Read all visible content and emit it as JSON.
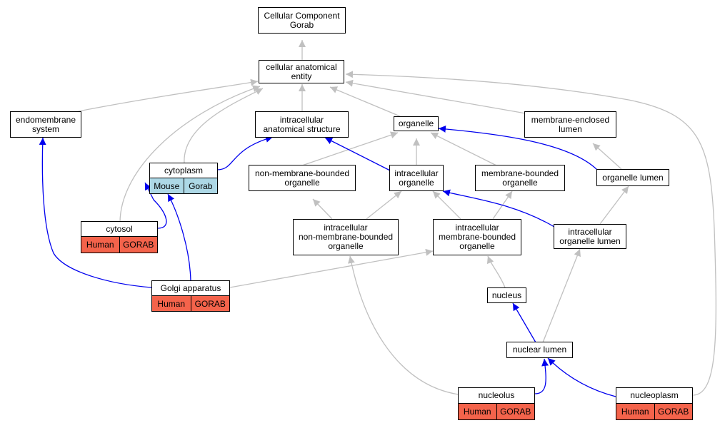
{
  "root": {
    "line1": "Cellular Component",
    "line2": "Gorab"
  },
  "nodes": {
    "cellular_anatomical_entity": {
      "line1": "cellular anatomical",
      "line2": "entity"
    },
    "endomembrane_system": {
      "line1": "endomembrane",
      "line2": "system"
    },
    "intracellular_anatomical_structure": {
      "line1": "intracellular",
      "line2": "anatomical structure"
    },
    "organelle": {
      "line1": "organelle"
    },
    "membrane_enclosed_lumen": {
      "line1": "membrane-enclosed",
      "line2": "lumen"
    },
    "cytoplasm": {
      "line1": "cytoplasm"
    },
    "non_membrane_bounded_organelle": {
      "line1": "non-membrane-bounded",
      "line2": "organelle"
    },
    "intracellular_organelle": {
      "line1": "intracellular",
      "line2": "organelle"
    },
    "membrane_bounded_organelle": {
      "line1": "membrane-bounded",
      "line2": "organelle"
    },
    "organelle_lumen": {
      "line1": "organelle lumen"
    },
    "cytosol": {
      "line1": "cytosol"
    },
    "intracellular_non_membrane_bounded_organelle": {
      "line1": "intracellular",
      "line2": "non-membrane-bounded",
      "line3": "organelle"
    },
    "intracellular_membrane_bounded_organelle": {
      "line1": "intracellular",
      "line2": "membrane-bounded",
      "line3": "organelle"
    },
    "intracellular_organelle_lumen": {
      "line1": "intracellular",
      "line2": "organelle lumen"
    },
    "golgi_apparatus": {
      "line1": "Golgi apparatus"
    },
    "nucleus": {
      "line1": "nucleus"
    },
    "nuclear_lumen": {
      "line1": "nuclear lumen"
    },
    "nucleolus": {
      "line1": "nucleolus"
    },
    "nucleoplasm": {
      "line1": "nucleoplasm"
    }
  },
  "annotations": {
    "cytoplasm": {
      "species": "Mouse",
      "gene": "Gorab"
    },
    "cytosol": {
      "species": "Human",
      "gene": "GORAB"
    },
    "golgi_apparatus": {
      "species": "Human",
      "gene": "GORAB"
    },
    "nucleolus": {
      "species": "Human",
      "gene": "GORAB"
    },
    "nucleoplasm": {
      "species": "Human",
      "gene": "GORAB"
    }
  },
  "colors": {
    "is_a_edge": "#c0c0c0",
    "part_of_edge": "#0000ee",
    "human_annotation": "#f4634b",
    "mouse_annotation": "#add8e6"
  }
}
